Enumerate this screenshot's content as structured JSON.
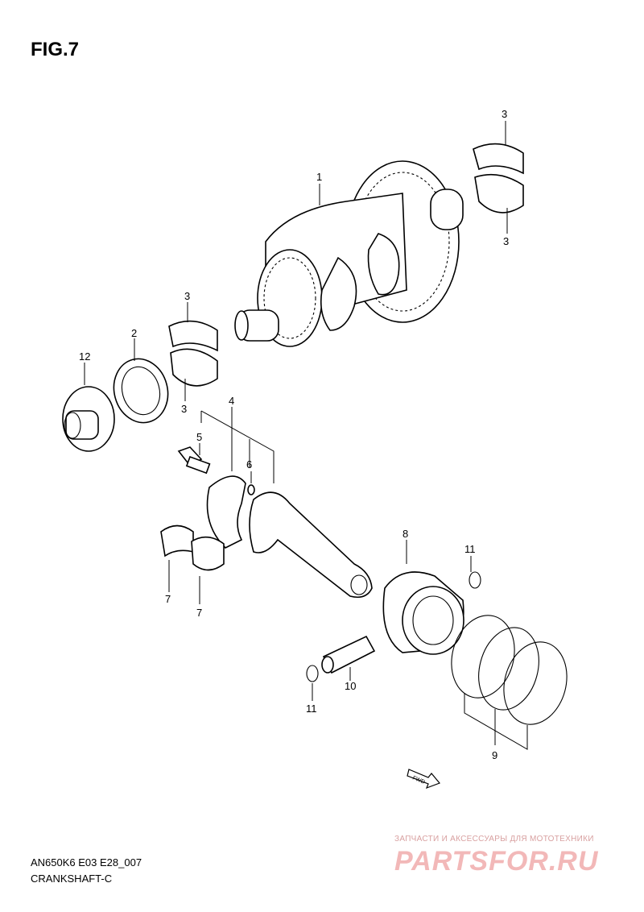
{
  "figure": {
    "title": "FIG.7"
  },
  "callouts": {
    "c1": "1",
    "c2": "2",
    "c3a": "3",
    "c3b": "3",
    "c3c": "3",
    "c3d": "3",
    "c4": "4",
    "c5": "5",
    "c6": "6",
    "c7a": "7",
    "c7b": "7",
    "c8": "8",
    "c9": "9",
    "c10": "10",
    "c11a": "11",
    "c11b": "11",
    "c12": "12"
  },
  "fwd_arrow": {
    "label": "FWD"
  },
  "footer": {
    "model_code": "AN650K6 E03 E28_007",
    "section_name": "CRANKSHAFT-C"
  },
  "watermark": {
    "tagline": "ЗАПЧАСТИ И АКСЕССУАРЫ ДЛЯ МОТОТЕХНИКИ",
    "logo_text": "PARTSFOR.RU",
    "color": "#f2b8b8"
  }
}
